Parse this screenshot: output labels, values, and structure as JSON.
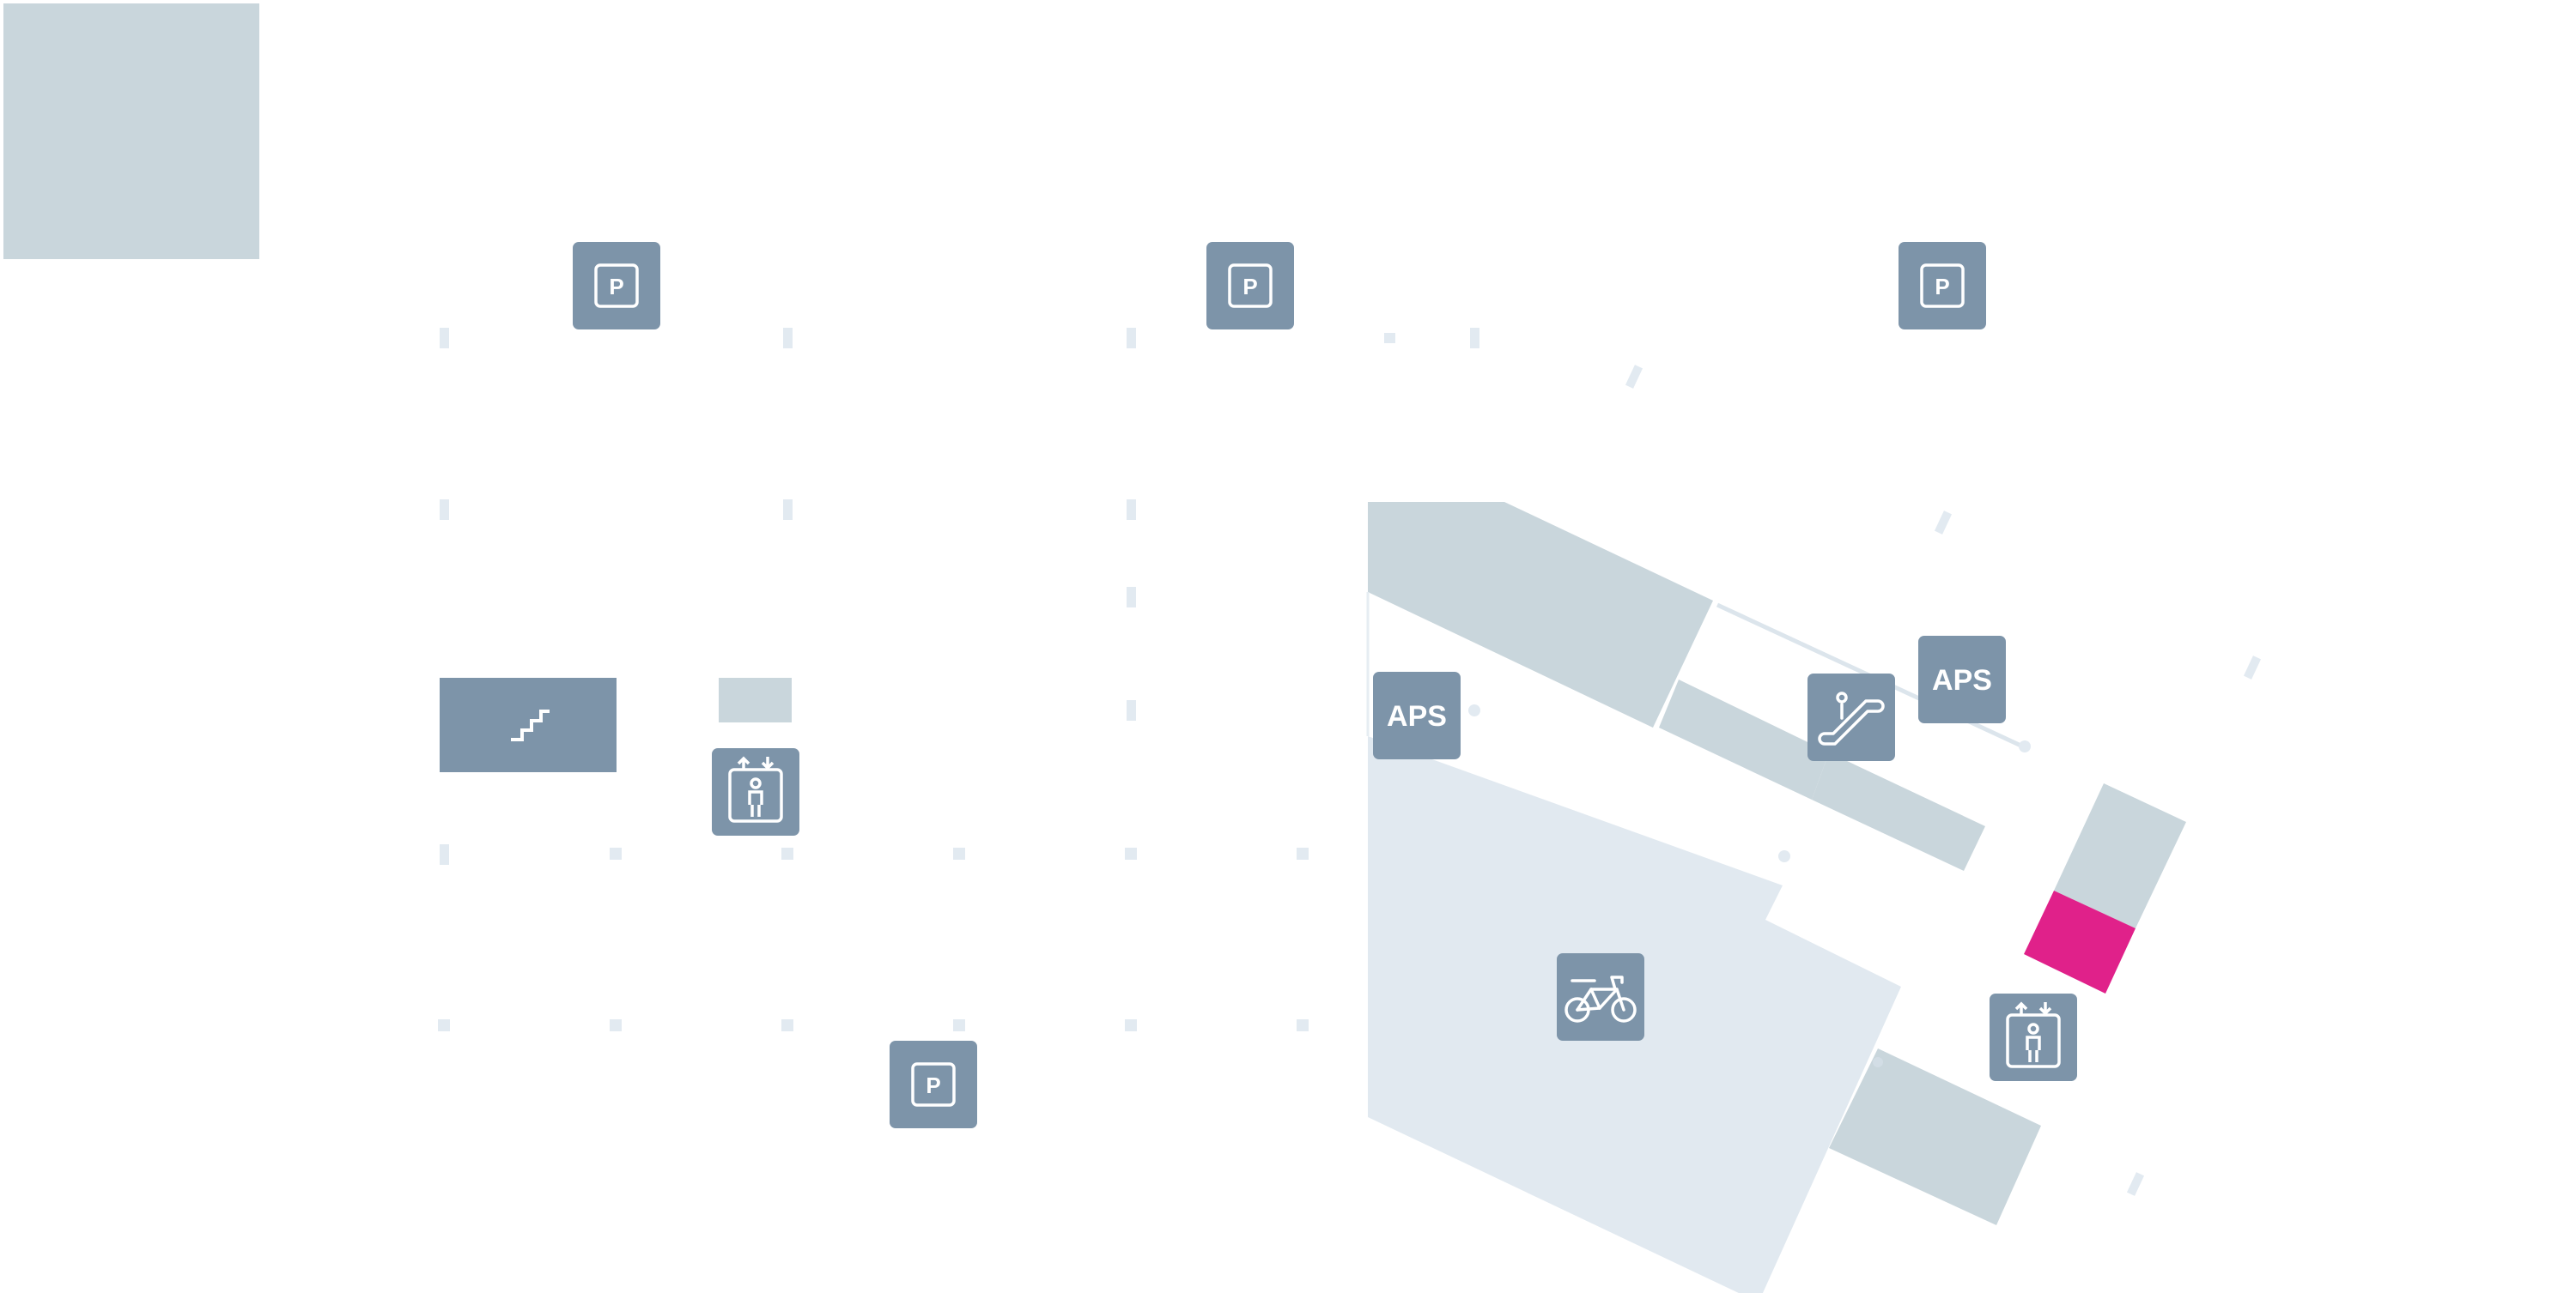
{
  "map": {
    "colors": {
      "background": "#ffffff",
      "building": "#c9d6dc",
      "zone": "#e1e9f0",
      "marker": "#7d94a9",
      "pillar": "#e2eaf1",
      "highlight": "#e0218a",
      "icon_stroke": "#ffffff"
    },
    "pois": [
      {
        "id": "parking-1",
        "type": "parking",
        "label": "P"
      },
      {
        "id": "parking-2",
        "type": "parking",
        "label": "P"
      },
      {
        "id": "parking-3",
        "type": "parking",
        "label": "P"
      },
      {
        "id": "parking-4",
        "type": "parking",
        "label": "P"
      },
      {
        "id": "aps-1",
        "type": "pay-station",
        "label": "APS"
      },
      {
        "id": "aps-2",
        "type": "pay-station",
        "label": "APS"
      },
      {
        "id": "stairs-1",
        "type": "stairs",
        "icon": "stairs-icon"
      },
      {
        "id": "elevator-1",
        "type": "elevator",
        "icon": "elevator-icon"
      },
      {
        "id": "elevator-2",
        "type": "elevator",
        "icon": "elevator-icon"
      },
      {
        "id": "escalator-1",
        "type": "escalator",
        "icon": "escalator-icon"
      },
      {
        "id": "bicycle-1",
        "type": "bicycle-parking",
        "icon": "bicycle-icon"
      }
    ]
  }
}
